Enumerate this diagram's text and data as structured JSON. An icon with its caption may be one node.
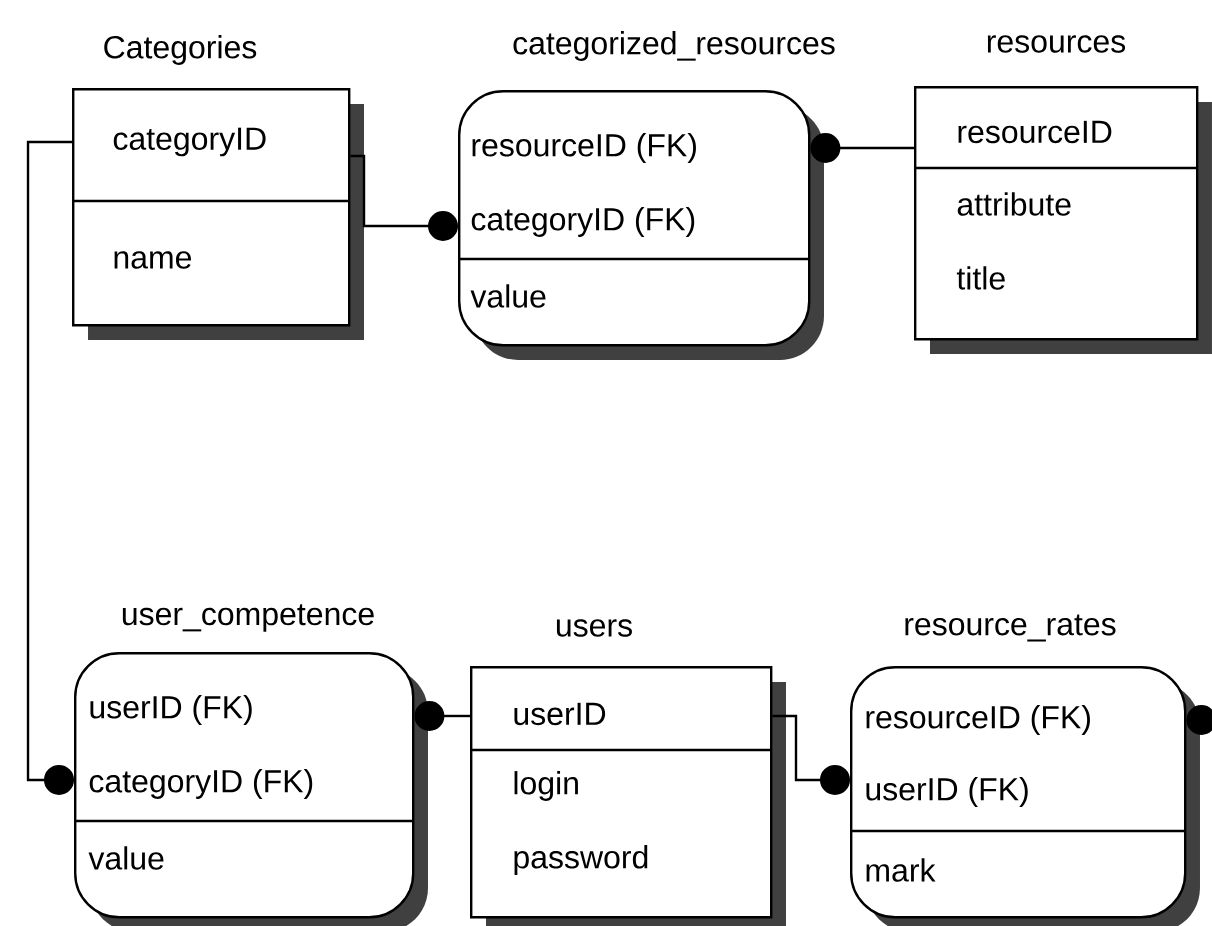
{
  "diagram": {
    "nodes": [
      {
        "text": [
          "Categories",
          "categoryID",
          "name"
        ]
      },
      {
        "text": [
          "categorized_resources",
          "resourceID (FK)",
          "categoryID (FK)",
          "value"
        ]
      },
      {
        "text": [
          "resources",
          "resourceID",
          "attribute",
          "title"
        ]
      },
      {
        "text": [
          "user_competence",
          "userID (FK)",
          "categoryID (FK)",
          "value"
        ]
      },
      {
        "text": [
          "users",
          "userID",
          "login",
          "password"
        ]
      },
      {
        "text": [
          "resource_rates",
          "resourceID (FK)",
          "userID (FK)",
          "mark"
        ]
      }
    ],
    "edges": [
      {
        "from": 0,
        "to": 1,
        "arrow": "other"
      },
      {
        "from": 2,
        "to": 1,
        "arrow": "other"
      },
      {
        "from": 0,
        "to": 3,
        "arrow": "other"
      },
      {
        "from": 4,
        "to": 3,
        "arrow": "other"
      },
      {
        "from": 4,
        "to": 5,
        "arrow": "other"
      },
      {
        "from": null,
        "to": 5,
        "arrow": "other"
      }
    ]
  }
}
